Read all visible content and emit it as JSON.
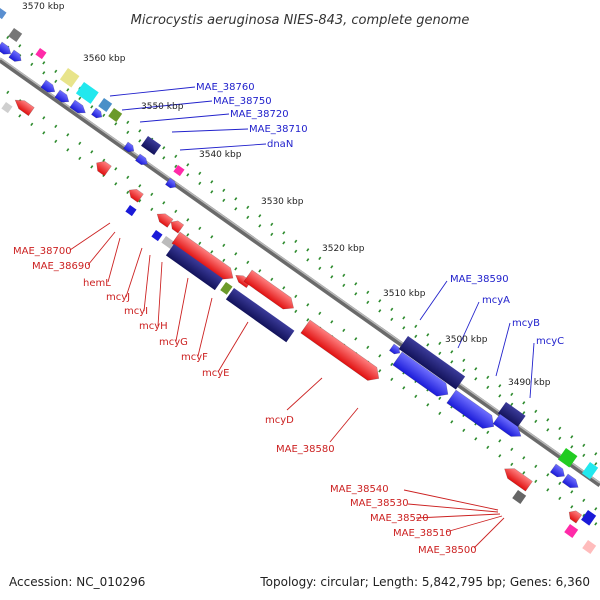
{
  "title": "Microcystis aeruginosa NIES-843, complete genome",
  "footer": {
    "accession": "Accession: NC_010296",
    "topology": "Topology: circular; Length: 5,842,795 bp; Genes: 6,360"
  },
  "colors": {
    "forward": "#1a1aee",
    "reverse": "#ee1a1a",
    "mcy_forward": "#1a1a6e",
    "backbone": "#8a8a8a",
    "label_blue": "#2222cc",
    "label_red": "#cc2222",
    "tick": "#2e8b2e"
  },
  "scale_labels": [
    "3570 kbp",
    "3560 kbp",
    "3550 kbp",
    "3540 kbp",
    "3530 kbp",
    "3520 kbp",
    "3510 kbp",
    "3500 kbp",
    "3490 kbp"
  ],
  "labels_top": [
    "MAE_38760",
    "MAE_38750",
    "MAE_38720",
    "MAE_38710",
    "dnaN",
    "MAE_38590",
    "mcyA",
    "mcyB",
    "mcyC"
  ],
  "labels_bottom": [
    "MAE_38700",
    "MAE_38690",
    "hemL",
    "mcyJ",
    "mcyI",
    "mcyH",
    "mcyG",
    "mcyF",
    "mcyE",
    "mcyD",
    "MAE_38580",
    "MAE_38540",
    "MAE_38530",
    "MAE_38520",
    "MAE_38510",
    "MAE_38500"
  ]
}
